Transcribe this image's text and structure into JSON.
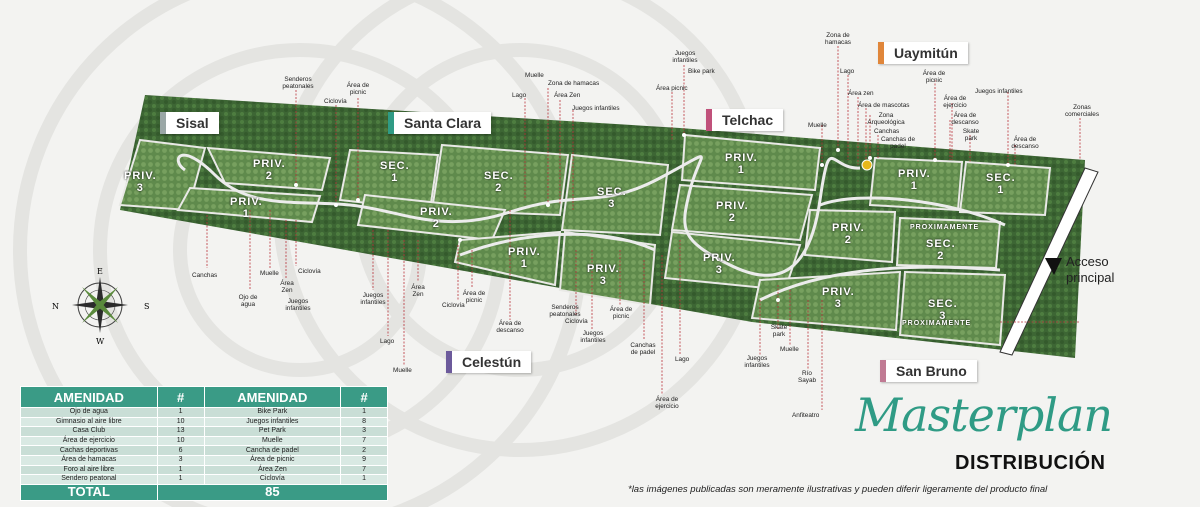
{
  "title": {
    "script": "Masterplan",
    "sub": "DISTRIBUCIÓN"
  },
  "disclaimer": "*las imágenes publicadas son meramente ilustrativas y pueden diferir ligeramente del producto final",
  "access": {
    "line1": "Acceso",
    "line2": "principal"
  },
  "compass": {
    "n": "N",
    "s": "S",
    "e": "E",
    "w": "W"
  },
  "colors": {
    "accent": "#3a9b86",
    "forest": "#3f6b36",
    "road": "#ececec"
  },
  "zones": [
    {
      "name": "Sisal",
      "color": "#9aa7a6"
    },
    {
      "name": "Santa Clara",
      "color": "#2f9b85"
    },
    {
      "name": "Telchac",
      "color": "#c0517b"
    },
    {
      "name": "Uaymitún",
      "color": "#e0863a"
    },
    {
      "name": "Celestún",
      "color": "#6c5a9b"
    },
    {
      "name": "San Bruno",
      "color": "#c07a93"
    }
  ],
  "plots": [
    {
      "line1": "PRIV.",
      "line2": "3"
    },
    {
      "line1": "PRIV.",
      "line2": "2"
    },
    {
      "line1": "PRIV.",
      "line2": "1"
    },
    {
      "line1": "SEC.",
      "line2": "1"
    },
    {
      "line1": "SEC.",
      "line2": "2"
    },
    {
      "line1": "SEC.",
      "line2": "3"
    },
    {
      "line1": "PRIV.",
      "line2": "2"
    },
    {
      "line1": "PRIV.",
      "line2": "1"
    },
    {
      "line1": "PRIV.",
      "line2": "3"
    },
    {
      "line1": "PRIV.",
      "line2": "1"
    },
    {
      "line1": "PRIV.",
      "line2": "2"
    },
    {
      "line1": "PRIV.",
      "line2": "3"
    },
    {
      "line1": "PRIV.",
      "line2": "1"
    },
    {
      "line1": "SEC.",
      "line2": "1"
    },
    {
      "line1": "PRIV.",
      "line2": "2"
    },
    {
      "line1": "SEC.",
      "line2": "2"
    },
    {
      "line1": "PRIV.",
      "line2": "3"
    },
    {
      "line1": "SEC.",
      "line2": "3"
    }
  ],
  "proximamente": [
    "PROXIMAMENTE",
    "PROXIMAMENTE"
  ],
  "pois": [
    "Senderos peatonales",
    "Área de picnic",
    "Ciclovía",
    "Canchas",
    "Ojo de agua",
    "Muelle",
    "Área Zen",
    "Juegos infantiles",
    "Ciclovía",
    "Juegos infantiles",
    "Área Zen",
    "Área de picnic",
    "Ciclovía",
    "Lago",
    "Muelle",
    "Muelle",
    "Zona de hamacas",
    "Lago",
    "Área Zen",
    "Juegos infantiles",
    "Área de descanso",
    "Senderos peatonales",
    "Ciclovía",
    "Área de picnic",
    "Juegos infantiles",
    "Canchas de padel",
    "Lago",
    "Área de ejercicio",
    "Juegos infantiles",
    "Bike park",
    "Área picnic",
    "Zona de hamacas",
    "Lago",
    "Muelle",
    "Área zen",
    "Área de mascotas",
    "Zona Arqueológica",
    "Canchas",
    "Canchas de padel",
    "Área de picnic",
    "Área de ejercicio",
    "Juegos infantiles",
    "Área de descanso",
    "Skate park",
    "Área de descanso",
    "Zonas comerciales",
    "Skate park",
    "Muelle",
    "Juegos infantiles",
    "Río Sayab",
    "Anfiteatro"
  ],
  "amenities": {
    "headers": [
      "AMENIDAD",
      "#",
      "AMENIDAD",
      "#"
    ],
    "rows": [
      [
        "Ojo de agua",
        "1",
        "Bike Park",
        "1"
      ],
      [
        "Gimnasio al aire libre",
        "10",
        "Juegos infantiles",
        "8"
      ],
      [
        "Casa Club",
        "13",
        "Pet Park",
        "3"
      ],
      [
        "Área de ejercicio",
        "10",
        "Muelle",
        "7"
      ],
      [
        "Cachas deportivas",
        "6",
        "Cancha de padel",
        "2"
      ],
      [
        "Área de hamacas",
        "3",
        "Área de picnic",
        "9"
      ],
      [
        "Foro al aire libre",
        "1",
        "Área Zen",
        "7"
      ],
      [
        "Sendero peatonal",
        "1",
        "Ciclovía",
        "1"
      ]
    ],
    "total_label": "TOTAL",
    "total_value": "85"
  }
}
